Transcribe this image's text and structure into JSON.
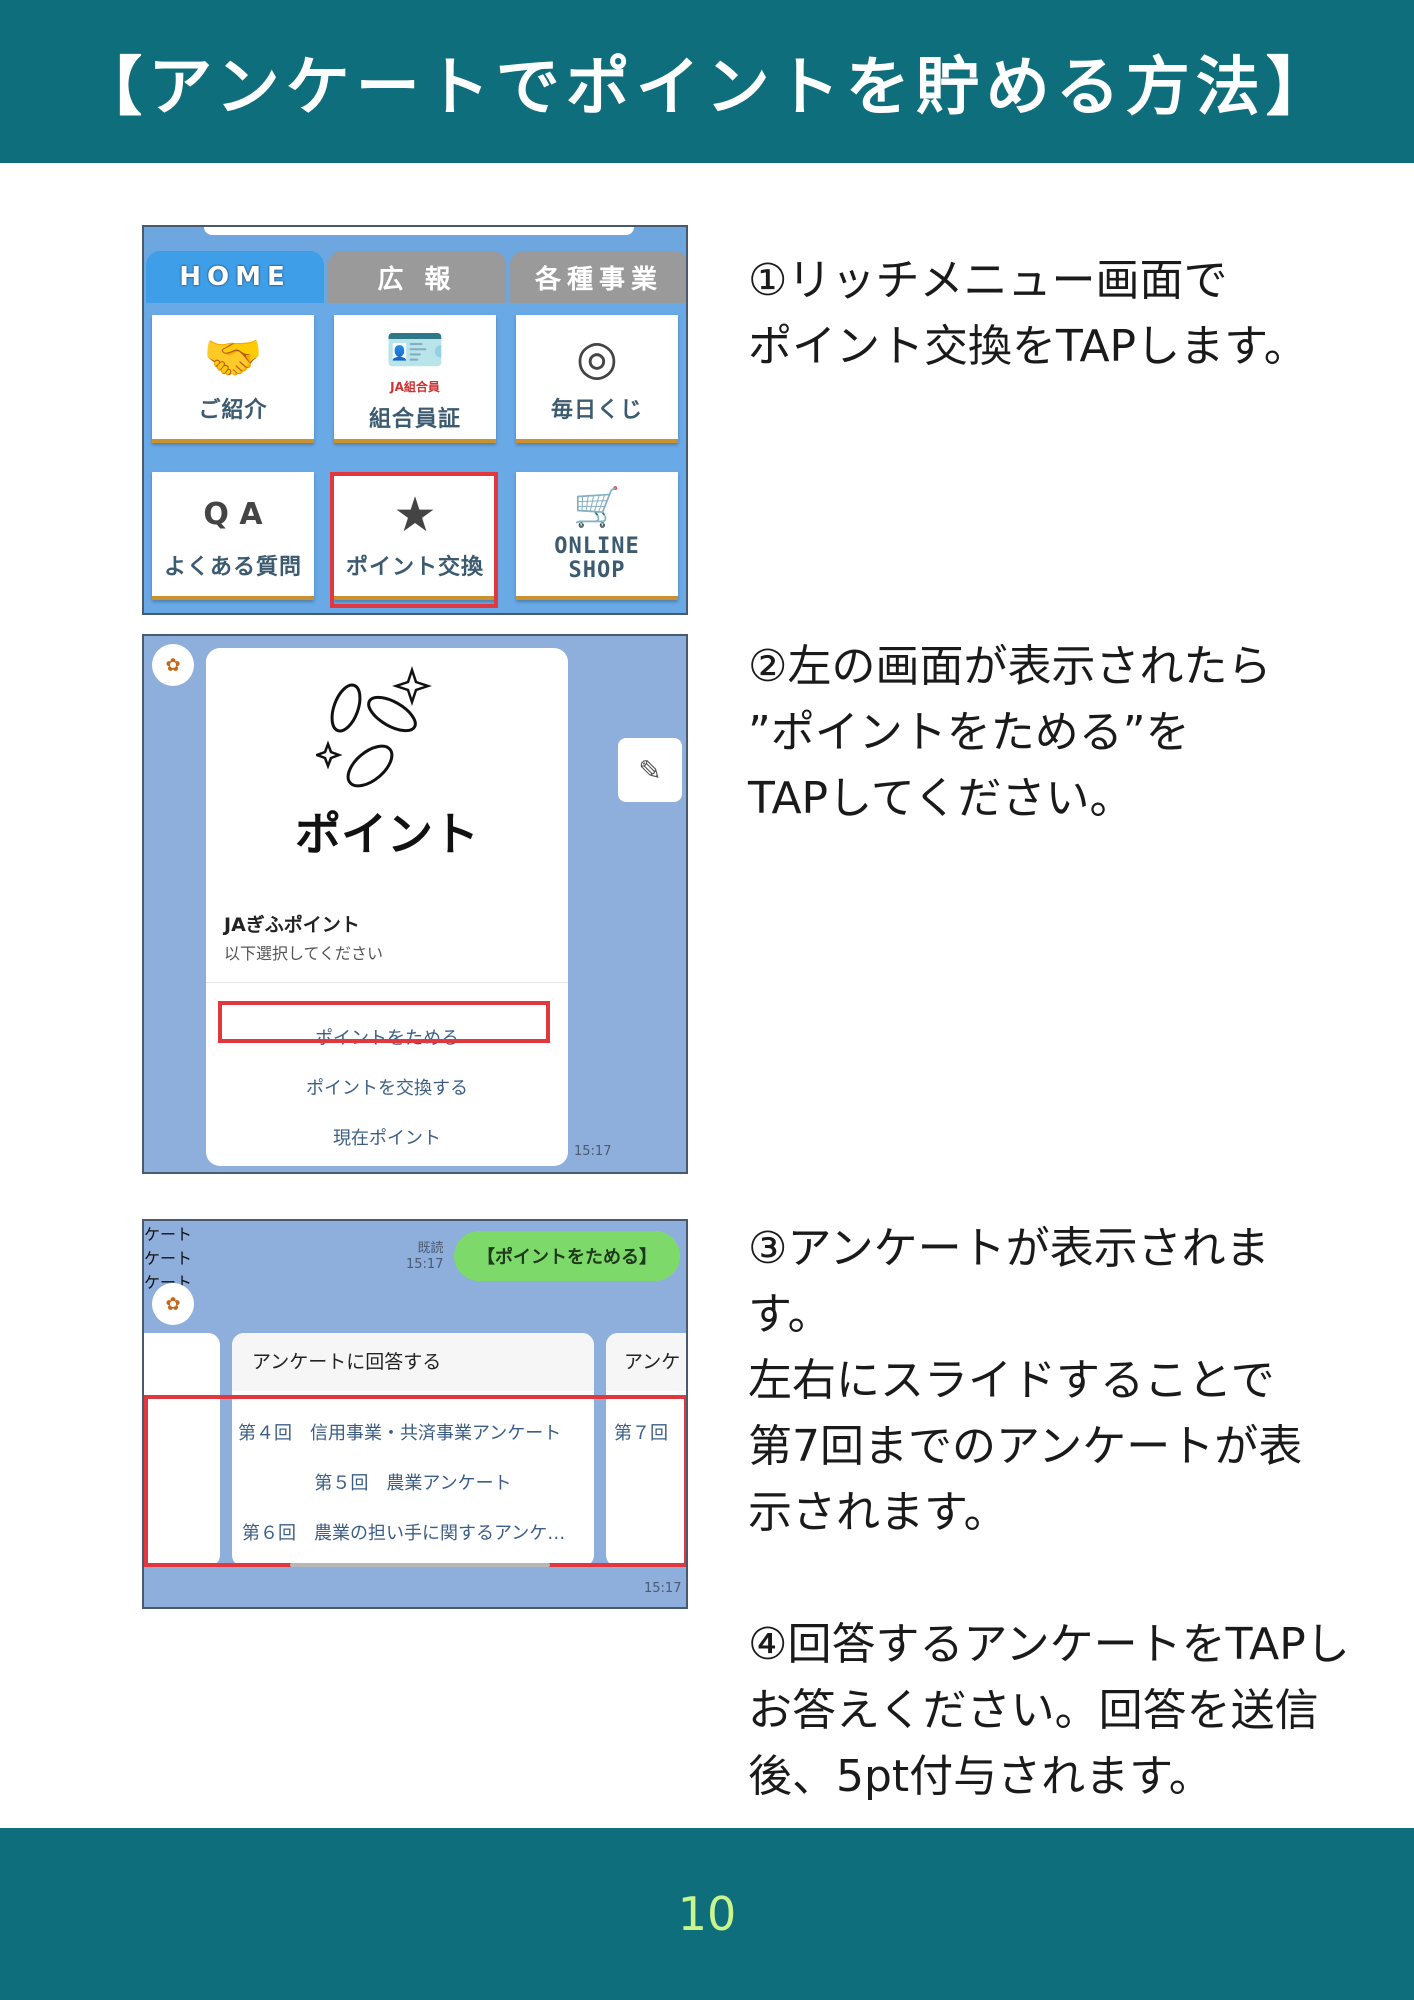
{
  "header": {
    "title": "【アンケートでポイントを貯める方法】"
  },
  "steps": [
    {
      "text": "①リッチメニュー画面で\nポイント交換をTAPします。"
    },
    {
      "text": "②左の画面が表示されたら\n”ポイントをためる”を\nTAPしてください。"
    },
    {
      "text": "③アンケートが表示されま\nす。\n左右にスライドすることで\n第7回までのアンケートが表\n示されます。"
    },
    {
      "text": "④回答するアンケートをTAPし\nお答えください。回答を送信\n後、5pt付与されます。"
    }
  ],
  "richmenu": {
    "tabs": [
      "HOME",
      "広 報",
      "各種事業"
    ],
    "cells": [
      {
        "label": "ご紹介",
        "icon": "handshake-icon",
        "glyph": "🤝"
      },
      {
        "label": "組合員証",
        "sub": "JA組合員",
        "icon": "id-card-icon",
        "glyph": "🪪"
      },
      {
        "label": "毎日くじ",
        "icon": "lottery-icon",
        "glyph": "◎"
      },
      {
        "label": "よくある質問",
        "icon": "qa-icon",
        "glyph": "Q A"
      },
      {
        "label": "ポイント交換",
        "icon": "star-icon",
        "glyph": "★"
      },
      {
        "label": "ONLINE\nSHOP",
        "icon": "cart-icon",
        "glyph": "🛒"
      }
    ]
  },
  "pointcard": {
    "heading": "ポイント",
    "title": "JAぎふポイント",
    "subtitle": "以下選択してください",
    "actions": [
      "ポイントをためる",
      "ポイントを交換する",
      "現在ポイント"
    ],
    "time": "15:17"
  },
  "survey": {
    "read_label": "既読",
    "read_time": "15:17",
    "bubble": "【ポイントをためる】",
    "left_items": [
      "ケート",
      "ケート",
      "ケート"
    ],
    "card_title": "アンケートに回答する",
    "items": [
      "第４回　信用事業・共済事業アンケート",
      "第５回　農業アンケート",
      "第６回　農業の担い手に関するアンケ…"
    ],
    "right_title": "アンケ",
    "right_item": "第７回",
    "time": "15:17"
  },
  "footer": {
    "page_number": "10"
  }
}
